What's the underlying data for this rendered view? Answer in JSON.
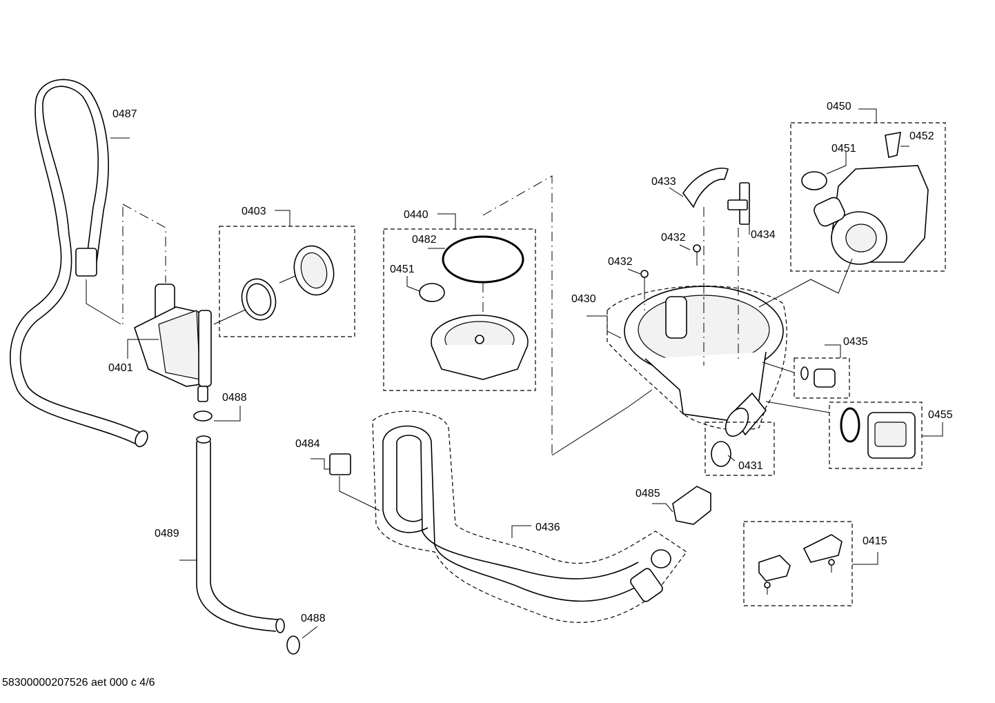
{
  "footer": "58300000207526 aet 000 c 4/6",
  "labels": {
    "p0487": "0487",
    "p0403": "0403",
    "p0401": "0401",
    "p0488a": "0488",
    "p0488b": "0488",
    "p0489": "0489",
    "p0440": "0440",
    "p0482": "0482",
    "p0451a": "0451",
    "p0484": "0484",
    "p0436": "0436",
    "p0433": "0433",
    "p0432a": "0432",
    "p0432b": "0432",
    "p0434": "0434",
    "p0430": "0430",
    "p0431": "0431",
    "p0435": "0435",
    "p0455": "0455",
    "p0450": "0450",
    "p0451b": "0451",
    "p0452": "0452",
    "p0485": "0485",
    "p0415": "0415"
  }
}
